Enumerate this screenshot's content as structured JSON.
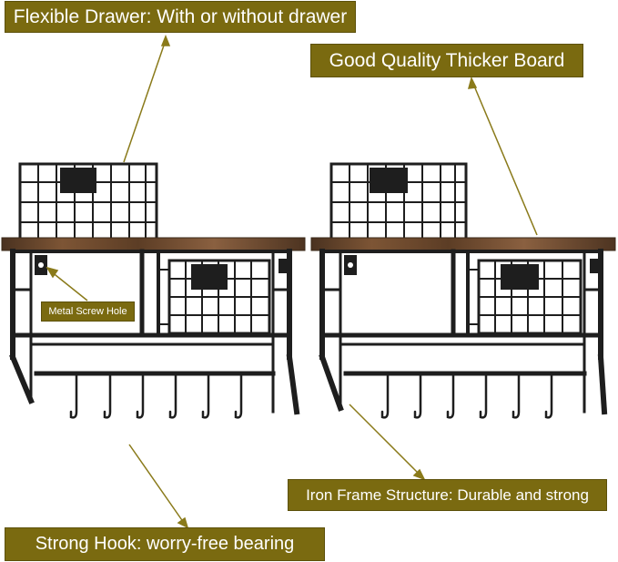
{
  "labels": {
    "flexible_drawer": "Flexible Drawer: With or without drawer",
    "thicker_board": "Good Quality Thicker Board",
    "screw_hole": "Metal Screw Hole",
    "iron_frame": "Iron Frame Structure: Durable and strong",
    "strong_hook": "Strong Hook: worry-free bearing"
  },
  "colors": {
    "label_background": "#7a6a10",
    "label_text": "#ffffff",
    "frame": "#1e1e1e",
    "wood": "#6b4a2e",
    "leader_line": "#8a7a1a"
  }
}
